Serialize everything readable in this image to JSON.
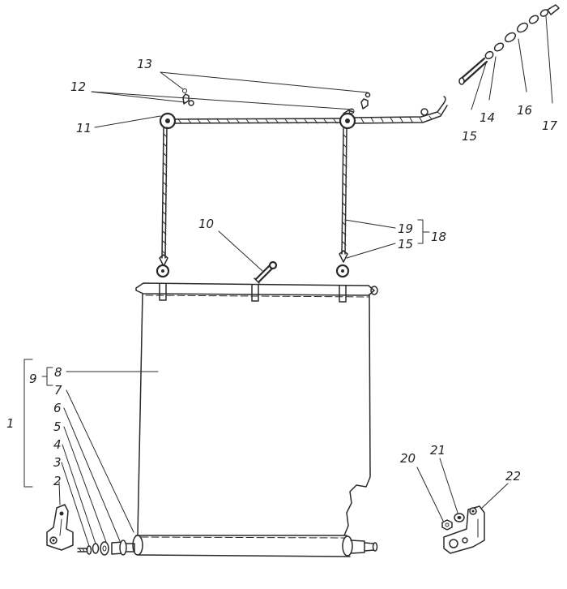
{
  "callouts": {
    "c1": "1",
    "c2": "2",
    "c3": "3",
    "c4": "4",
    "c5": "5",
    "c6": "6",
    "c7": "7",
    "c8": "8",
    "c9": "9",
    "c10": "10",
    "c11": "11",
    "c12": "12",
    "c13": "13",
    "c14": "14",
    "c15a": "15",
    "c15b": "15",
    "c16": "16",
    "c17": "17",
    "c18": "18",
    "c19": "19",
    "c20": "20",
    "c21": "21",
    "c22": "22"
  }
}
